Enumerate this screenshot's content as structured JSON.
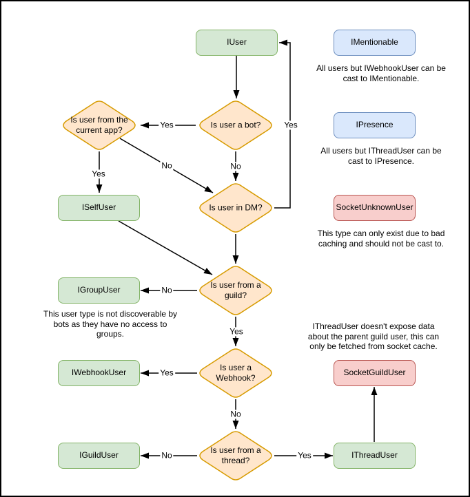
{
  "colors": {
    "interface_fill": "#d5e8d4",
    "interface_stroke": "#82b366",
    "decision_fill": "#ffe6cc",
    "decision_stroke": "#d79b00",
    "info_fill": "#dae8fc",
    "info_stroke": "#6c8ebf",
    "socket_fill": "#f8cecc",
    "socket_stroke": "#b85450",
    "line": "#000000"
  },
  "nodes": {
    "iuser": "IUser",
    "imentionable": "IMentionable",
    "ipresence": "IPresence",
    "iselfuser": "ISelfUser",
    "socketunknownuser": "SocketUnknownUser",
    "igroupuser": "IGroupUser",
    "iwebhookuser": "IWebhookUser",
    "socketguilduser": "SocketGuildUser",
    "iguilduser": "IGuildUser",
    "ithreaduser": "IThreadUser"
  },
  "decisions": {
    "current_app": "Is user from the\ncurrent app?",
    "bot": "Is user a bot?",
    "dm": "Is user in DM?",
    "guild": "Is user from a\nguild?",
    "webhook": "Is user a\nWebhook?",
    "thread": "Is user from a\nthread?"
  },
  "edge_labels": {
    "yes_bot_to_current_app": "Yes",
    "no_bot_to_dm": "No",
    "no_current_app_to_dm": "No",
    "yes_current_app_to_selfuser": "Yes",
    "yes_dm_to_iuser": "Yes",
    "no_guild_to_groupuser": "No",
    "yes_guild_to_webhook": "Yes",
    "yes_webhook_to_webhookuser": "Yes",
    "no_webhook_to_thread": "No",
    "no_thread_to_guilduser": "No",
    "yes_thread_to_threaduser": "Yes"
  },
  "captions": {
    "mentionable": "All users but IWebhookUser can be\ncast to IMentionable.",
    "presence": "All users but IThreadUser can be\ncast to IPresence.",
    "unknown": "This type can only exist due to bad\ncaching and should not be cast to.",
    "group": "This user type is not discoverable by\nbots as they have no access to\ngroups.",
    "thread": "IThreadUser doesn't expose data\nabout the parent guild user, this can\nonly be fetched from socket cache."
  }
}
